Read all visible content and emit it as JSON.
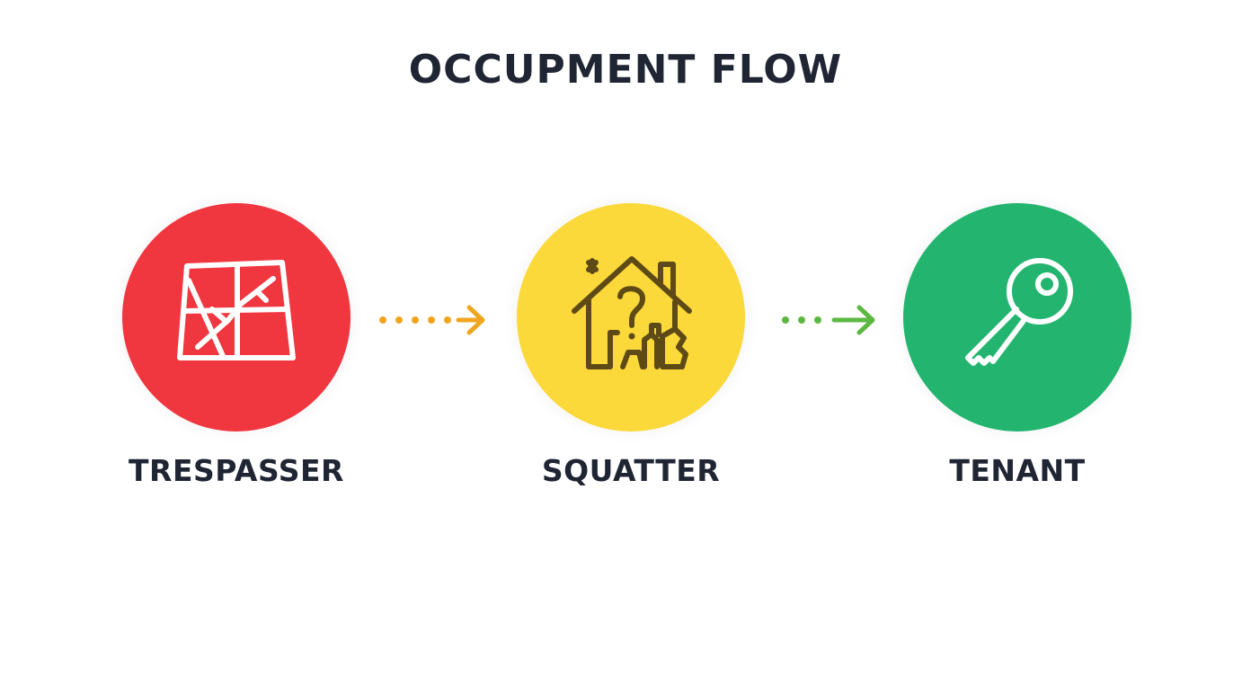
{
  "title": "OCCUPMENT FLOW",
  "colors": {
    "text": "#1f2533",
    "trespasser": "#f0363f",
    "squatter": "#fbd93a",
    "tenant": "#23b56f",
    "arrow1": "#f0a51f",
    "arrow2": "#5cb842"
  },
  "stages": [
    {
      "label": "TRESPASSER",
      "icon": "broken-window-icon"
    },
    {
      "label": "SQUATTER",
      "icon": "house-question-icon"
    },
    {
      "label": "TENANT",
      "icon": "key-icon"
    }
  ]
}
